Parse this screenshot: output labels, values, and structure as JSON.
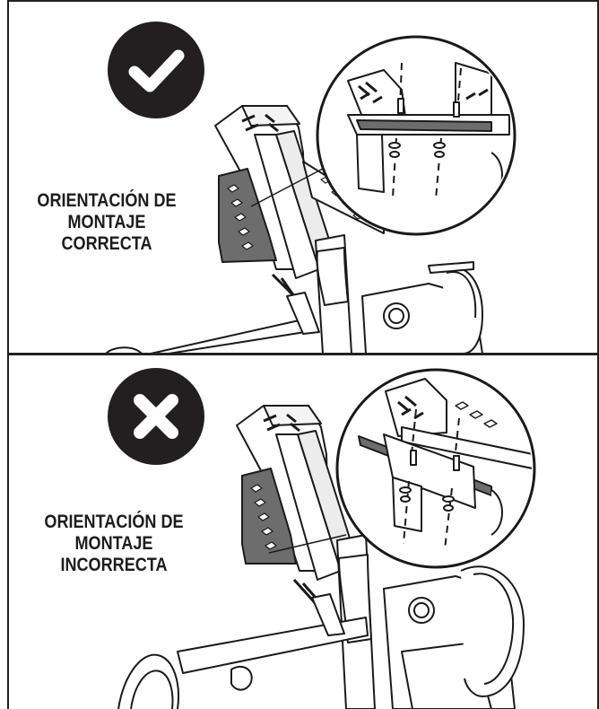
{
  "panels": [
    {
      "status": "correct",
      "icon": "checkmark-icon",
      "label_lines": [
        "ORIENTACIÓN DE",
        "MONTAJE",
        "CORRECTA"
      ]
    },
    {
      "status": "incorrect",
      "icon": "x-mark-icon",
      "label_lines": [
        "ORIENTACIÓN DE",
        "MONTAJE",
        "INCORRECTA"
      ]
    }
  ],
  "colors": {
    "badge": "#231f20",
    "plate": "#6d6d6d",
    "line": "#1a1a1a"
  }
}
